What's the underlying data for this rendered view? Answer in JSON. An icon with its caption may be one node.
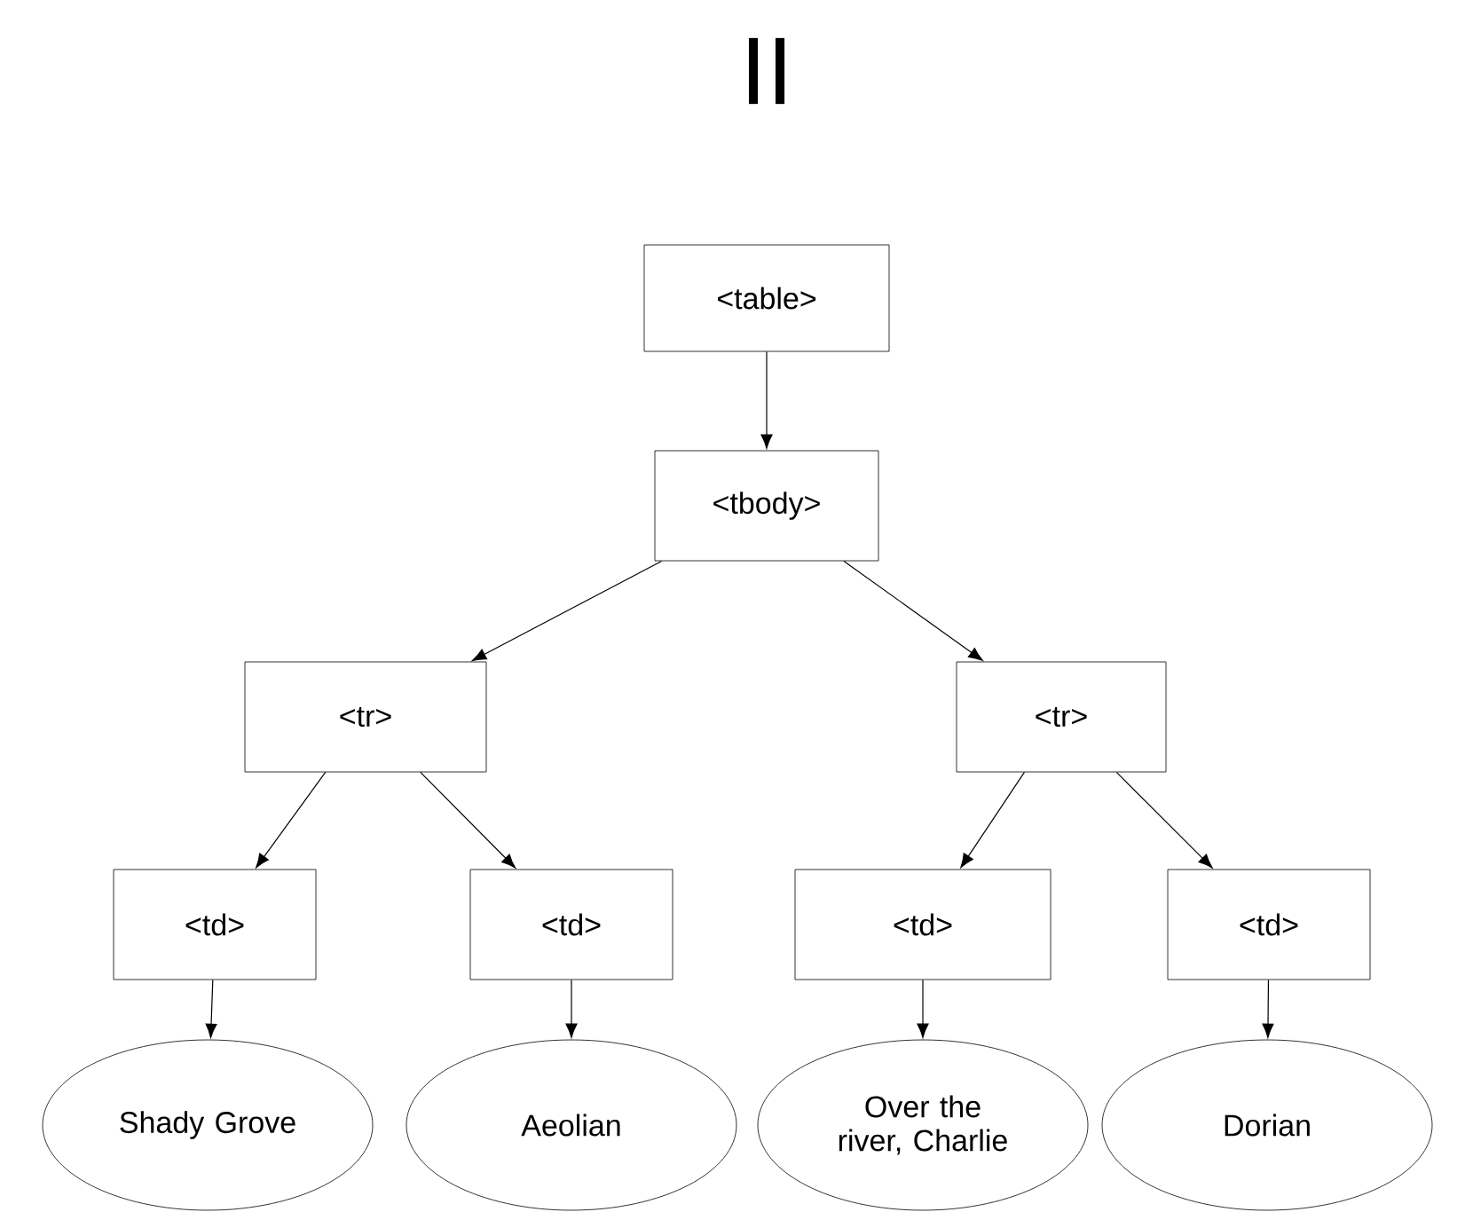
{
  "diagram": {
    "title": "II",
    "nodes": [
      {
        "text": [
          "<table>"
        ]
      },
      {
        "text": [
          "<tbody>"
        ]
      },
      {
        "text": [
          "<tr>"
        ]
      },
      {
        "text": [
          "<tr>"
        ]
      },
      {
        "text": [
          "<td>"
        ]
      },
      {
        "text": [
          "<td>"
        ]
      },
      {
        "text": [
          "<td>"
        ]
      },
      {
        "text": [
          "<td>"
        ]
      },
      {
        "text": [
          "Shady Grove"
        ]
      },
      {
        "text": [
          "Aeolian"
        ]
      },
      {
        "text": [
          "Over the river, Charlie"
        ]
      },
      {
        "text": [
          "Dorian"
        ]
      }
    ],
    "edges": [
      {
        "from": 0,
        "to": 1,
        "arrow": "to"
      },
      {
        "from": 1,
        "to": 2,
        "arrow": "to"
      },
      {
        "from": 1,
        "to": 3,
        "arrow": "to"
      },
      {
        "from": 2,
        "to": 4,
        "arrow": "to"
      },
      {
        "from": 2,
        "to": 5,
        "arrow": "to"
      },
      {
        "from": 3,
        "to": 6,
        "arrow": "to"
      },
      {
        "from": 3,
        "to": 7,
        "arrow": "to"
      },
      {
        "from": 4,
        "to": 8,
        "arrow": "to"
      },
      {
        "from": 5,
        "to": 9,
        "arrow": "to"
      },
      {
        "from": 6,
        "to": 10,
        "arrow": "to"
      },
      {
        "from": 7,
        "to": 11,
        "arrow": "to"
      }
    ]
  }
}
